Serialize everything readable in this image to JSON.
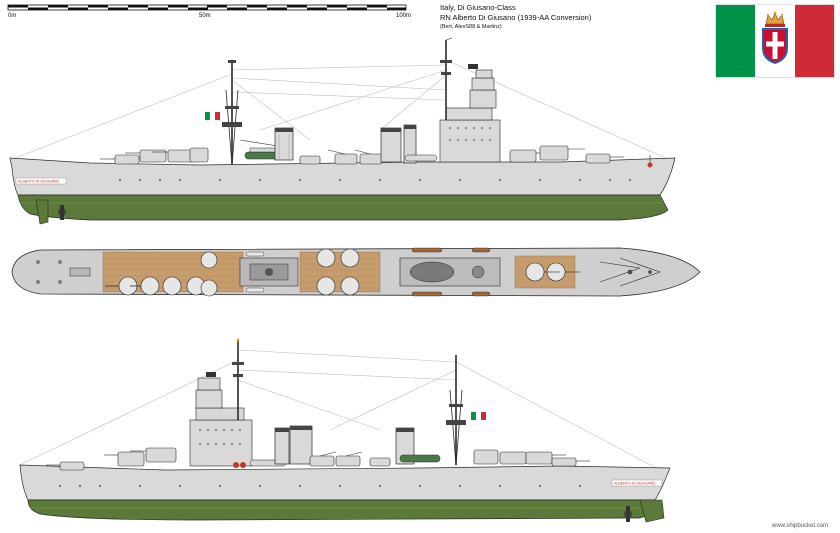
{
  "scale_bar": {
    "tick_labels": [
      "0m",
      "50m",
      "100m"
    ]
  },
  "header": {
    "line1": "Italy, Di Giusano-Class",
    "line2": "RN Alberto Di Giusano (1939-AA Conversion)",
    "line3": "(Bert, AlexS88 & Martinz)"
  },
  "hull_name_plate": "ALBERTO DI GIUSSANO",
  "watermark": "www.shipbucket.com",
  "colors": {
    "hull_gray": "#d9d9d9",
    "hull_shadow": "#c4c4c4",
    "boot_green": "#5b7a3a",
    "deck_wood": "#c69c6d",
    "outline": "#2a2a2a",
    "flag_green": "#009246",
    "flag_white": "#ffffff",
    "flag_red": "#ce2b37",
    "savoy_red": "#c8102e",
    "crown_gold": "#e3a33a"
  },
  "flag": {
    "name": "italy-royal-flag",
    "emblem": "savoy-cross-with-crown-icon"
  }
}
